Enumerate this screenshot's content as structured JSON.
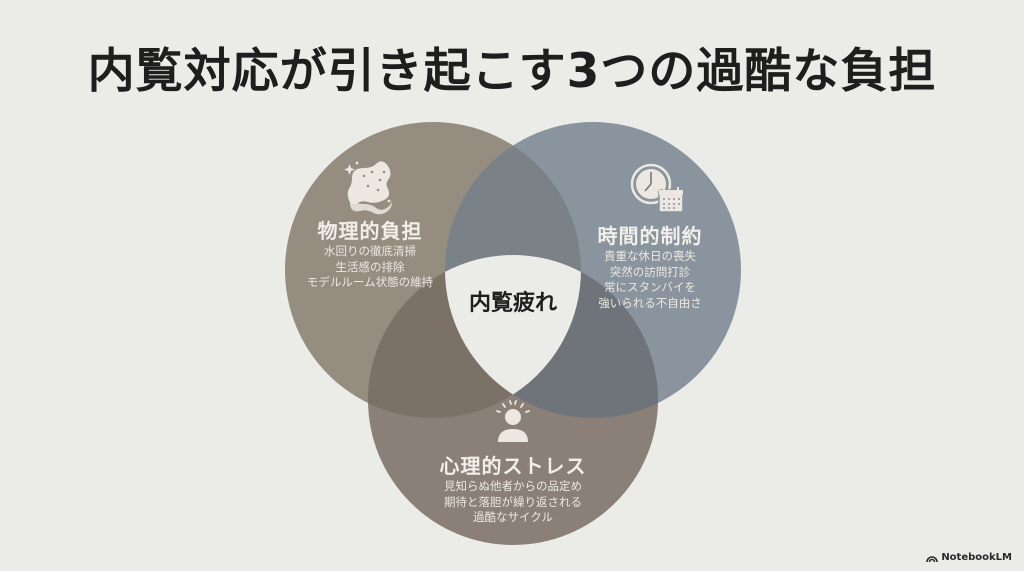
{
  "title": "内覧対応が引き起こす3つの過酷な負担",
  "colors": {
    "background": "#ebebe8",
    "physical": "#958d80",
    "time": "#8a949e",
    "psychological": "#8a8078",
    "center": "#ebebe8",
    "text_dark": "#1e1e1e",
    "text_light": "#f2efea"
  },
  "center": {
    "label": "内覧疲れ"
  },
  "circles": [
    {
      "id": "physical",
      "icon": "sponge-icon",
      "heading": "物理的負担",
      "lines": [
        "水回りの徹底清掃",
        "生活感の排除",
        "モデルルーム状態の維持"
      ]
    },
    {
      "id": "time",
      "icon": "clock-calendar-icon",
      "heading": "時間的制約",
      "lines": [
        "貴重な休日の喪失",
        "突然の訪問打診",
        "常にスタンバイを",
        "強いられる不自由さ"
      ]
    },
    {
      "id": "psychological",
      "icon": "stressed-person-icon",
      "heading": "心理的ストレス",
      "lines": [
        "見知らぬ他者からの品定め",
        "期待と落胆が繰り返される",
        "過酷なサイクル"
      ]
    }
  ],
  "brand": {
    "label": "NotebookLM"
  }
}
